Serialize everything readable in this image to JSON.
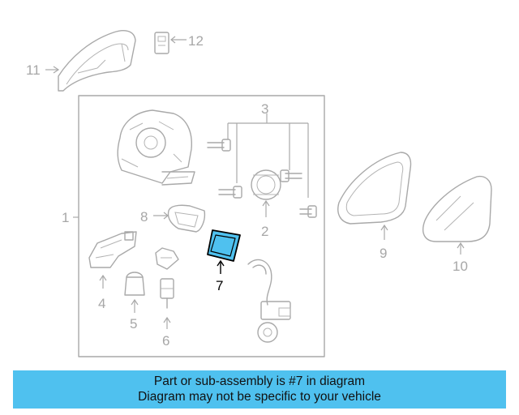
{
  "diagram": {
    "highlight_color": "#4fc1ef",
    "highlighted_part": "7",
    "callouts": {
      "p1": "1",
      "p2": "2",
      "p3": "3",
      "p4": "4",
      "p5": "5",
      "p6": "6",
      "p7": "7",
      "p8": "8",
      "p9": "9",
      "p10": "10",
      "p11": "11",
      "p12": "12"
    }
  },
  "banner": {
    "line1": "Part or sub-assembly is #7 in diagram",
    "line2": "Diagram may not be specific to your vehicle"
  }
}
